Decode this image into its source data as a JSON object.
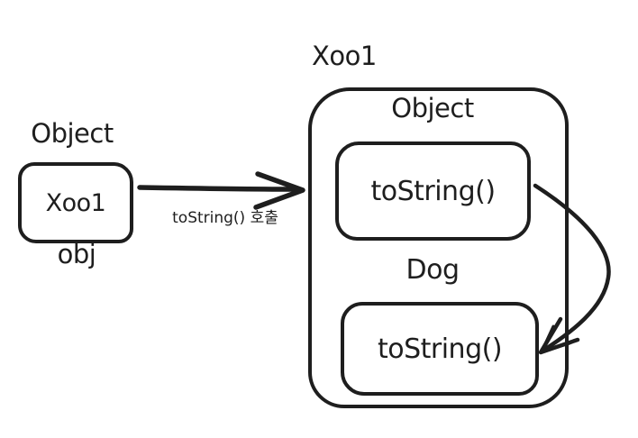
{
  "colors": {
    "stroke": "#1e1e1e",
    "background": "#ffffff"
  },
  "left_object": {
    "class_label": "Object",
    "box_label": "Xoo1",
    "variable_label": "obj"
  },
  "call_arrow": {
    "label": "toString() 호출"
  },
  "right_object": {
    "instance_label": "Xoo1",
    "object_class_label": "Object",
    "object_method_label": "toString()",
    "dog_class_label": "Dog",
    "dog_method_label": "toString()"
  }
}
